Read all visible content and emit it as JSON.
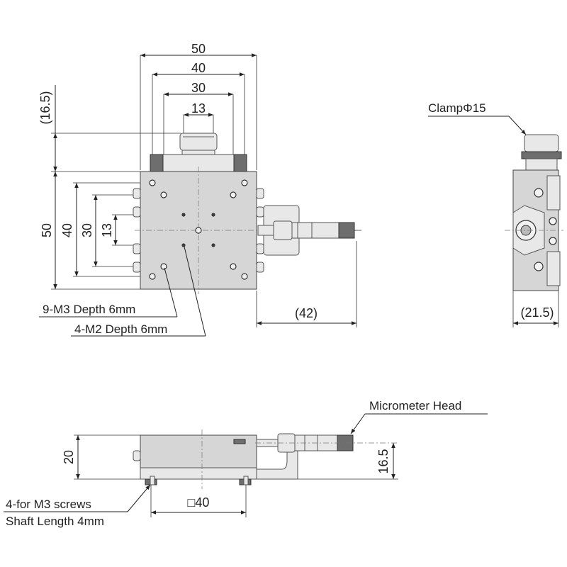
{
  "top_view": {
    "horizontal_dims": [
      "50",
      "40",
      "30",
      "13"
    ],
    "vertical_dims": [
      "50",
      "40",
      "30",
      "13"
    ],
    "clamp_height": "(16.5)",
    "micrometer_extension": "(42)",
    "hole_label_m3": "9-M3 Depth 6mm",
    "hole_label_m2": "4-M2 Depth 6mm"
  },
  "side_view": {
    "clamp_label": "ClampΦ15",
    "width_dim": "(21.5)"
  },
  "front_view": {
    "micrometer_label": "Micrometer Head",
    "height_dim": "20",
    "micrometer_height_dim": "16.5",
    "base_dim": "□40",
    "screws_label_1": "4-for M3 screws",
    "screws_label_2": "Shaft Length 4mm"
  }
}
